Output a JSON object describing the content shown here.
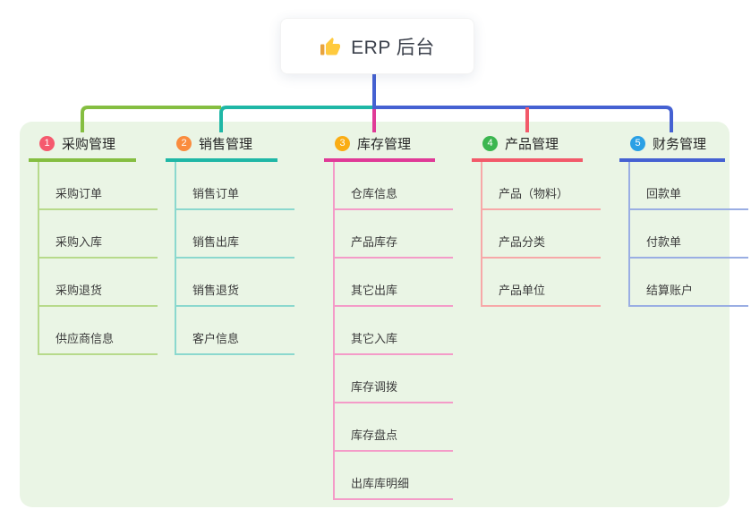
{
  "root": {
    "title": "ERP 后台",
    "icon": "thumbs-up-icon"
  },
  "colors": {
    "canvas_bg": "#ffffff",
    "panel_bg": "#eaf5e5",
    "root_card_bg": "#ffffff",
    "root_connector": "#4561d2",
    "title_text": "#3a3f4a",
    "header_text": "#262626",
    "child_text": "#3c3c3c",
    "thumb_yellow": "#ffca3e",
    "thumb_cuff": "#e8a33d"
  },
  "branches": [
    {
      "number": "1",
      "label": "采购管理",
      "color": "#85be41",
      "line_color": "#b7da8b",
      "badge_color": "#f55a6e",
      "children": [
        "采购订单",
        "采购入库",
        "采购退货",
        "供应商信息"
      ]
    },
    {
      "number": "2",
      "label": "销售管理",
      "color": "#1fb7a6",
      "line_color": "#8bd8ce",
      "badge_color": "#fa8c3e",
      "children": [
        "销售订单",
        "销售出库",
        "销售退货",
        "客户信息"
      ]
    },
    {
      "number": "3",
      "label": "库存管理",
      "color": "#e03a97",
      "line_color": "#f49bc8",
      "badge_color": "#faad14",
      "children": [
        "仓库信息",
        "产品库存",
        "其它出库",
        "其它入库",
        "库存调拨",
        "库存盘点",
        "出库库明细"
      ]
    },
    {
      "number": "4",
      "label": "产品管理",
      "color": "#f2596a",
      "line_color": "#f7a8a8",
      "badge_color": "#3cb650",
      "children": [
        "产品（物料）",
        "产品分类",
        "产品单位"
      ]
    },
    {
      "number": "5",
      "label": "财务管理",
      "color": "#4561d2",
      "line_color": "#9aaee3",
      "badge_color": "#2aa0e5",
      "children": [
        "回款单",
        "付款单",
        "结算账户"
      ]
    }
  ]
}
